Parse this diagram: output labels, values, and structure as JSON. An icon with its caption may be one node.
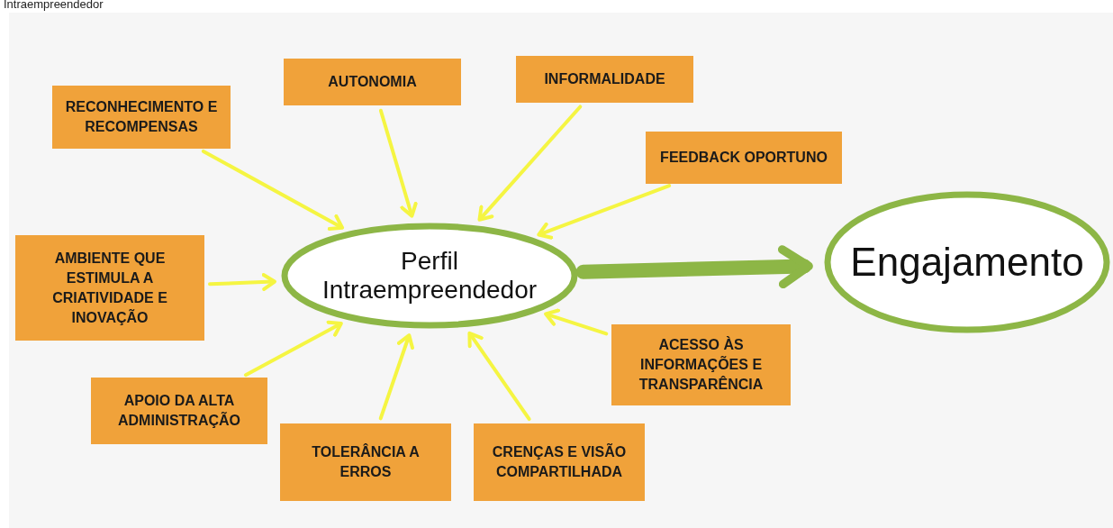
{
  "diagram": {
    "nodes": [
      {
        "text": [
          "RECONHECIMENTO E RECOMPENSAS"
        ]
      },
      {
        "text": [
          "AUTONOMIA"
        ]
      },
      {
        "text": [
          "INFORMALIDADE"
        ]
      },
      {
        "text": [
          "FEEDBACK OPORTUNO"
        ]
      },
      {
        "text": [
          "AMBIENTE QUE ESTIMULA A CRIATIVIDADE E INOVAÇÃO"
        ]
      },
      {
        "text": [
          "Perfil Intraempreendedor"
        ]
      },
      {
        "text": [
          "Engajamento"
        ]
      },
      {
        "text": [
          "ACESSO ÀS INFORMAÇÕES E TRANSPARÊNCIA"
        ]
      },
      {
        "text": [
          "APOIO DA ALTA ADMINISTRAÇÃO"
        ]
      },
      {
        "text": [
          "TOLERÂNCIA A ERROS"
        ]
      },
      {
        "text": [
          "CRENÇAS E VISÃO COMPARTILHADA"
        ]
      }
    ],
    "edges": [
      {
        "from": 0,
        "to": 5,
        "arrow": "to"
      },
      {
        "from": 1,
        "to": 5,
        "arrow": "to"
      },
      {
        "from": 2,
        "to": 5,
        "arrow": "to"
      },
      {
        "from": 3,
        "to": 5,
        "arrow": "to"
      },
      {
        "from": 4,
        "to": 5,
        "arrow": "to"
      },
      {
        "from": 7,
        "to": 5,
        "arrow": "to"
      },
      {
        "from": 8,
        "to": 5,
        "arrow": "to"
      },
      {
        "from": 9,
        "to": 5,
        "arrow": "to"
      },
      {
        "from": 10,
        "to": 5,
        "arrow": "to"
      },
      {
        "from": 5,
        "to": 6,
        "arrow": "to",
        "style": "thick",
        "color": "#8db646"
      }
    ],
    "labels": [
      "Intraempreendedor"
    ]
  }
}
